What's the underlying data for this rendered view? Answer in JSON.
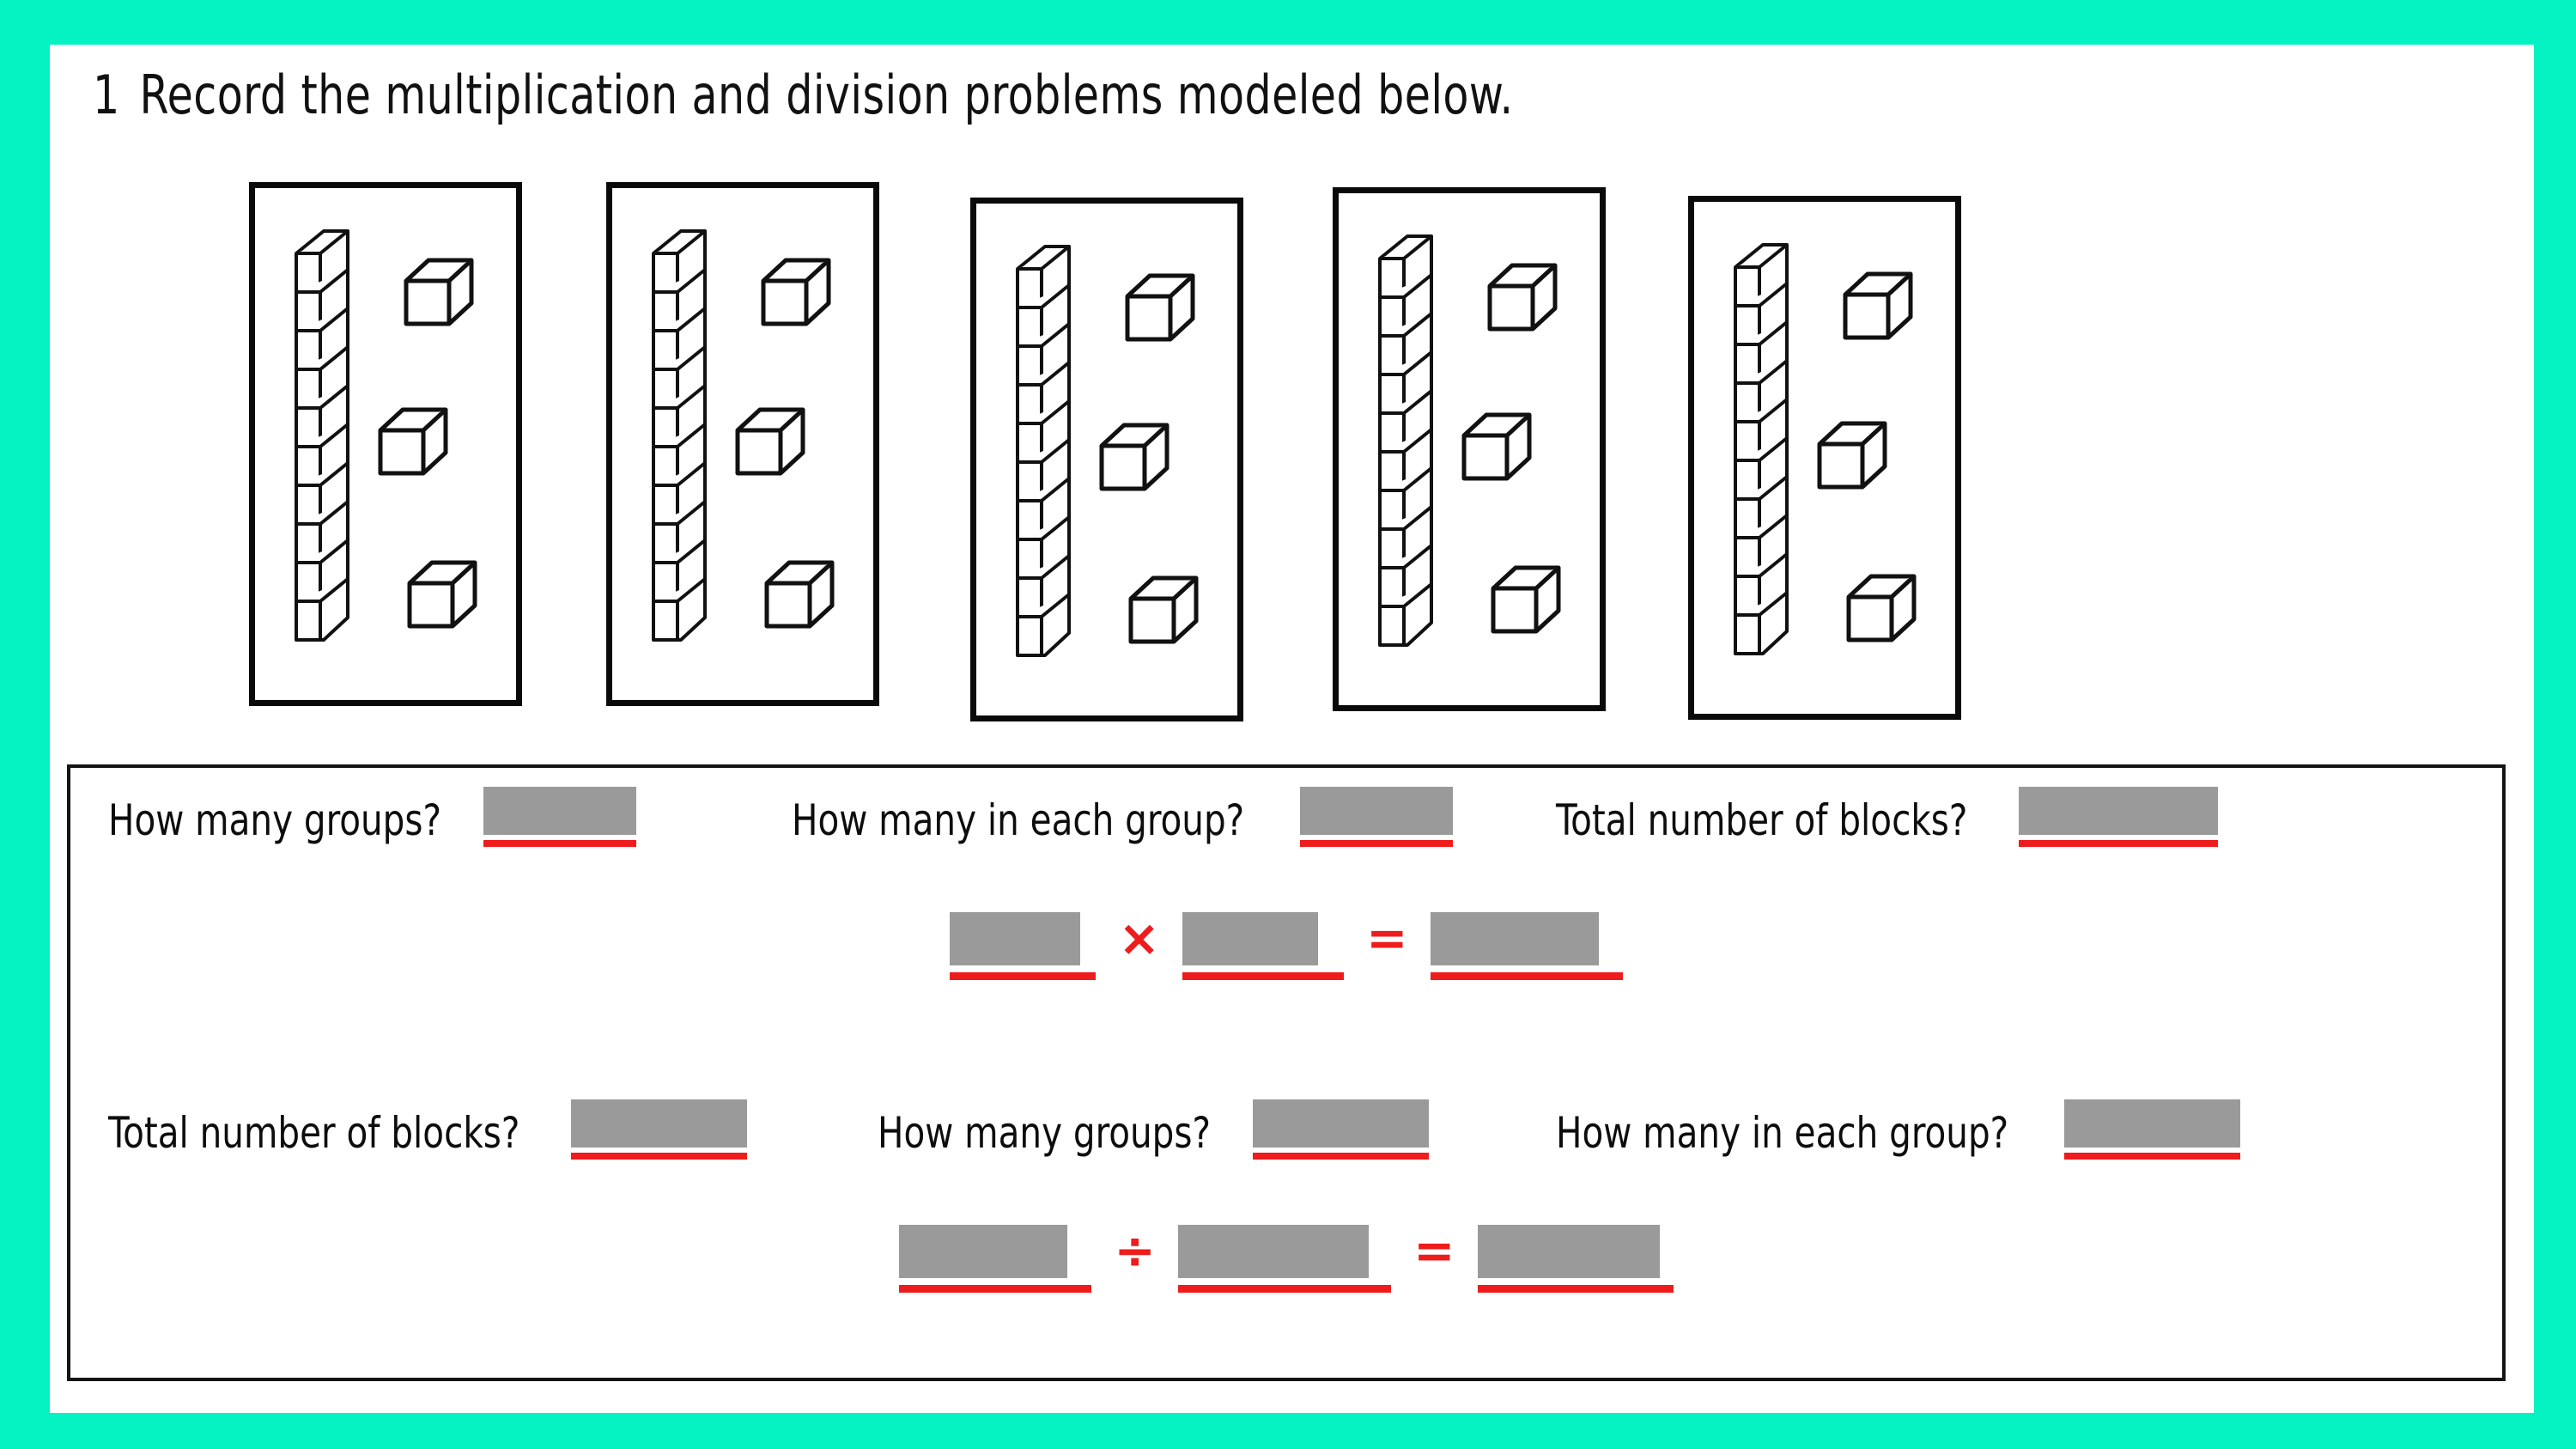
{
  "page": {
    "border_color": "#05f2c2",
    "paper_color": "#ffffff",
    "redaction_color": "#9a9a9a",
    "rule_color": "#ee1c1c",
    "ink_color": "#0d0d0d"
  },
  "heading": {
    "number": "1",
    "text": "Record the multiplication and division problems modeled below."
  },
  "model": {
    "group_count": 5,
    "rod_units": 10,
    "loose_cubes": 3,
    "blocks_per_group": 13,
    "total_blocks": 65,
    "groups": [
      {
        "label": "group-1",
        "rod_units": 10,
        "loose_cubes": 3
      },
      {
        "label": "group-2",
        "rod_units": 10,
        "loose_cubes": 3
      },
      {
        "label": "group-3",
        "rod_units": 10,
        "loose_cubes": 3
      },
      {
        "label": "group-4",
        "rod_units": 10,
        "loose_cubes": 3
      },
      {
        "label": "group-5",
        "rod_units": 10,
        "loose_cubes": 3
      }
    ]
  },
  "answers": {
    "multiplication_row": {
      "q1": "How many groups?",
      "q2": "How many in each group?",
      "q3": "Total number of blocks?",
      "blank_value": ""
    },
    "multiplication_equation": {
      "factor1": "",
      "operator": "×",
      "factor2": "",
      "equals": "=",
      "product": ""
    },
    "division_row": {
      "q1": "Total number of blocks?",
      "q2": "How many groups?",
      "q3": "How many in each group?",
      "blank_value": ""
    },
    "division_equation": {
      "dividend": "",
      "operator": "÷",
      "divisor": "",
      "equals": "=",
      "quotient": ""
    }
  }
}
